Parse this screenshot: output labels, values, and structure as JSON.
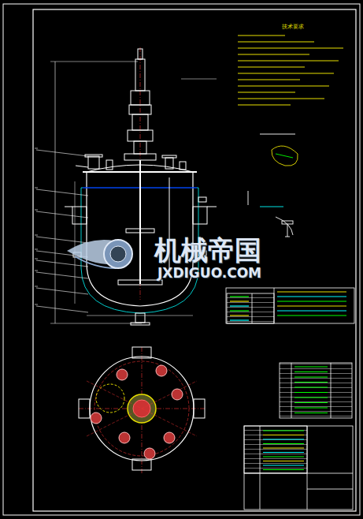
{
  "diagram": {
    "labels": [
      "技术要求",
      "机械帝国",
      "JXDIGUO.COM"
    ]
  }
}
